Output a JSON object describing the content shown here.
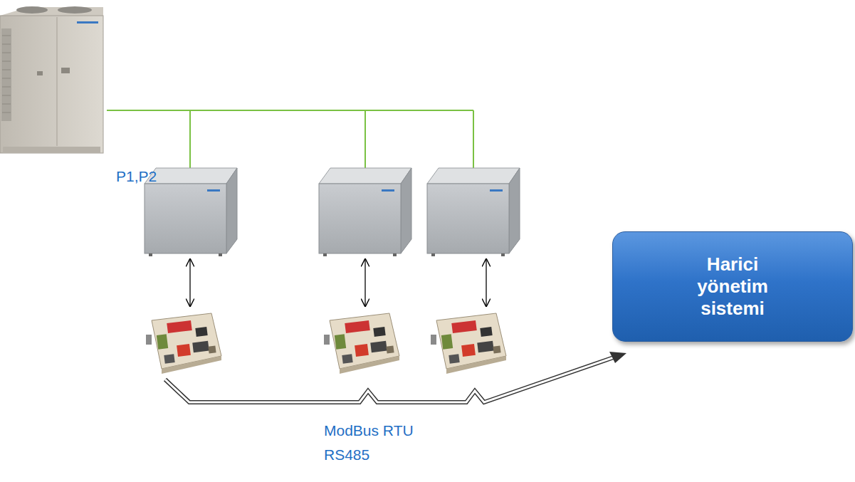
{
  "diagram": {
    "nodes": [
      {
        "text": [
          "Harici yönetim sistemi"
        ]
      }
    ],
    "labels": [
      "P1,P2",
      "ModBus RTU RS485"
    ]
  }
}
